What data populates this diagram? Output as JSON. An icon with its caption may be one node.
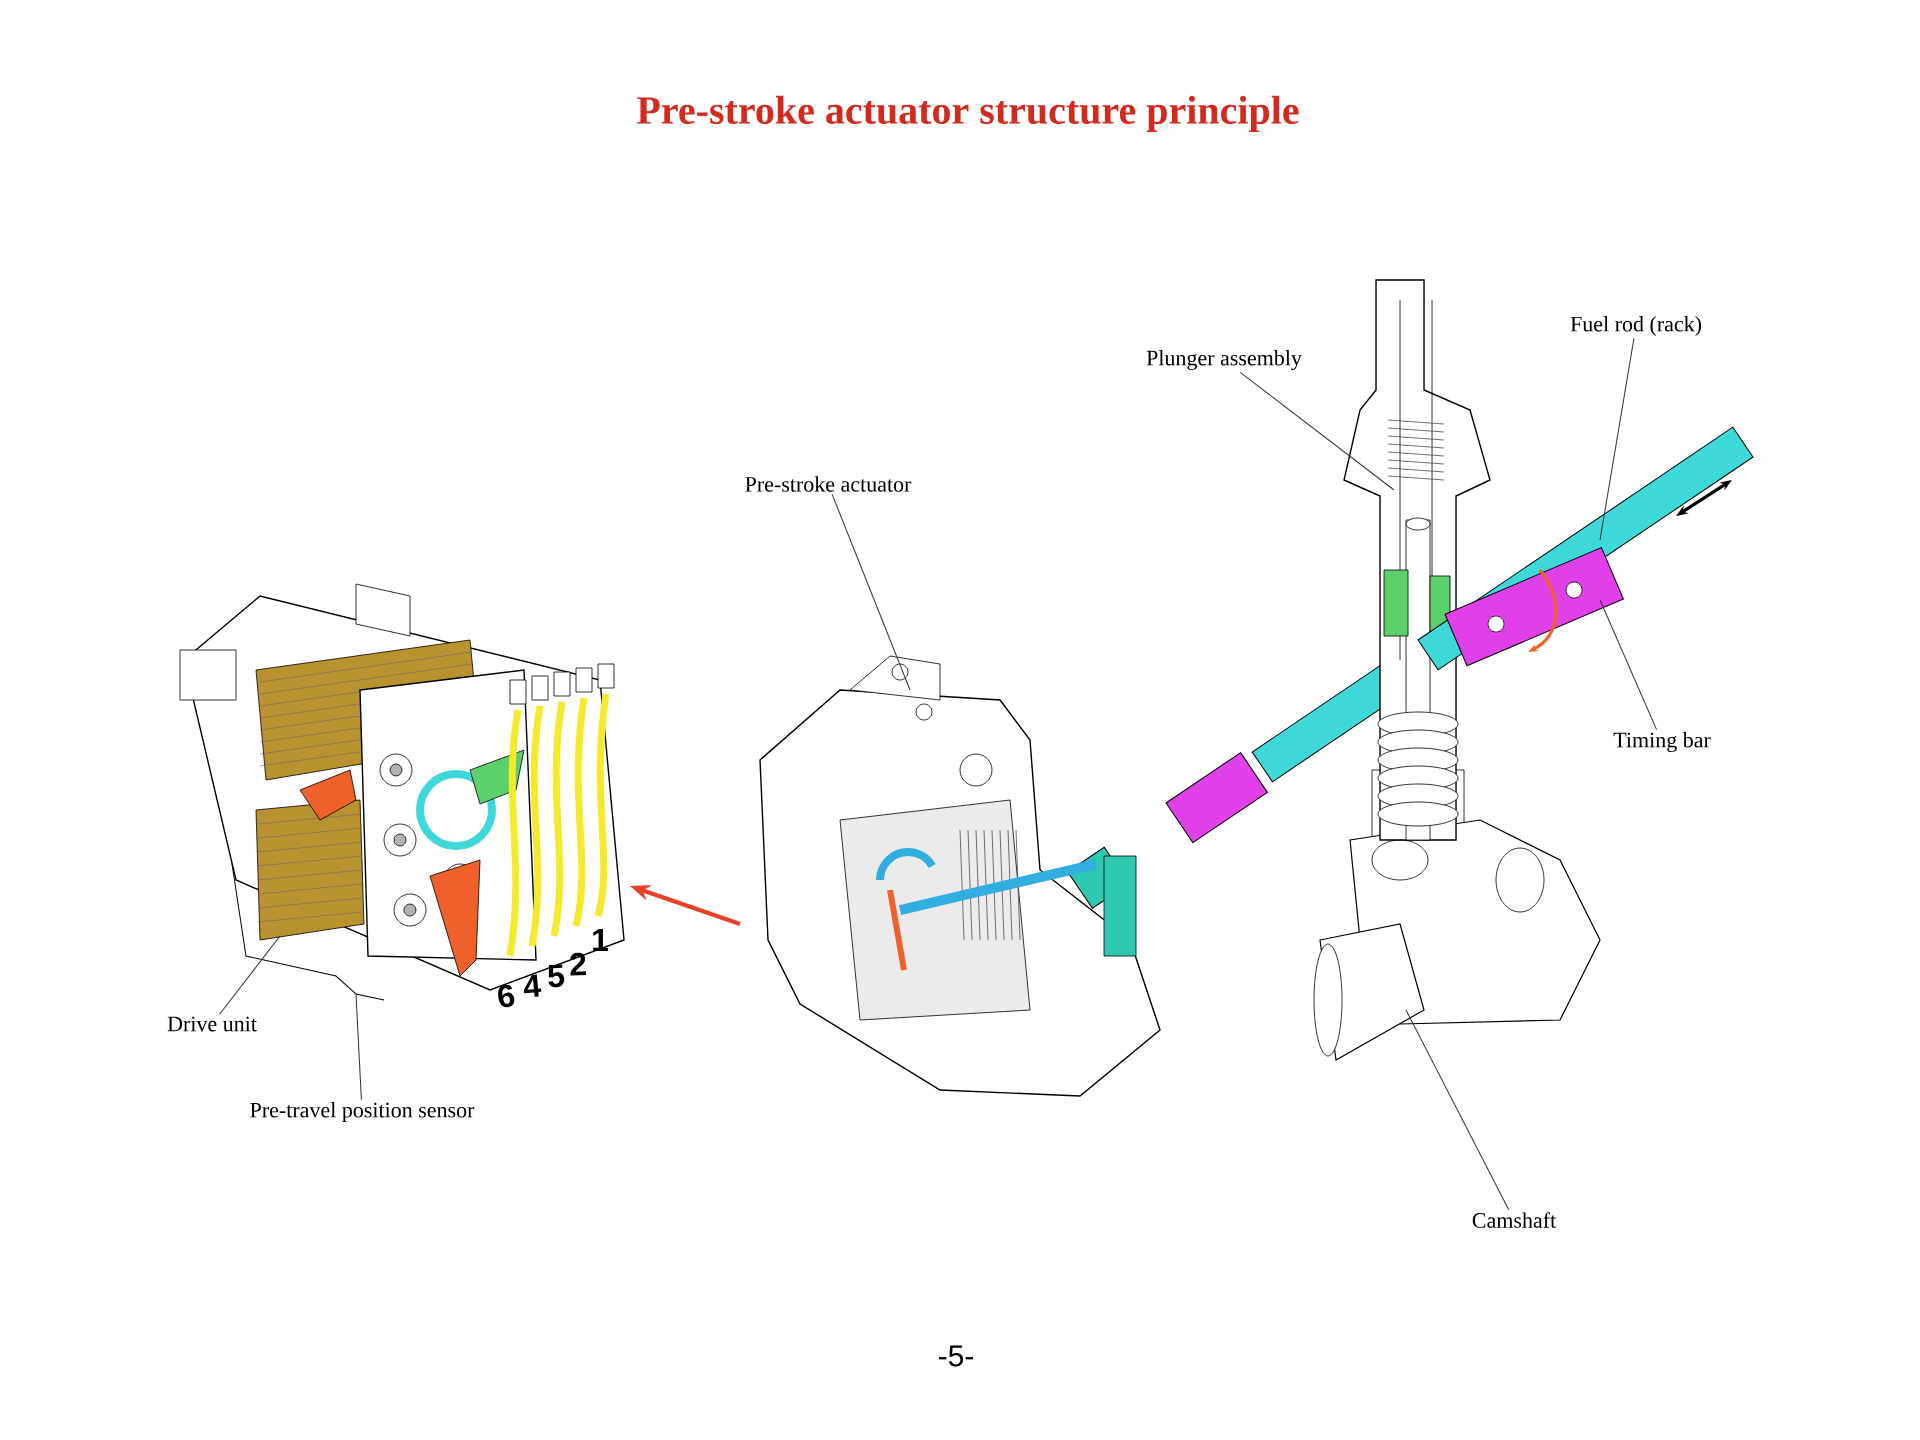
{
  "diagram": {
    "title": "Pre-stroke actuator structure principle",
    "nodes": [
      {
        "text": [
          "Plunger assembly"
        ]
      },
      {
        "text": [
          "Fuel rod (rack)"
        ]
      },
      {
        "text": [
          "Pre-stroke actuator"
        ]
      },
      {
        "text": [
          "Timing bar"
        ]
      },
      {
        "text": [
          "Drive unit"
        ]
      },
      {
        "text": [
          "Pre-travel position sensor"
        ]
      },
      {
        "text": [
          "Camshaft"
        ]
      },
      {
        "text": [],
        "shape": "picture"
      },
      {
        "text": [],
        "shape": "picture"
      },
      {
        "text": [],
        "shape": "picture"
      },
      {
        "text": [],
        "shape": "picture"
      },
      {
        "text": [],
        "shape": "picture"
      },
      {
        "text": [],
        "shape": "picture"
      }
    ],
    "edges": [
      {
        "from": 0,
        "to": 9,
        "arrow": "none"
      },
      {
        "from": 1,
        "to": 10,
        "arrow": "none"
      },
      {
        "from": 2,
        "to": 8,
        "arrow": "none"
      },
      {
        "from": 3,
        "to": 11,
        "arrow": "none"
      },
      {
        "from": 4,
        "to": 7,
        "arrow": "none"
      },
      {
        "from": 5,
        "to": 7,
        "arrow": "none"
      },
      {
        "from": 6,
        "to": 12,
        "arrow": "none"
      },
      {
        "from": 8,
        "to": 7,
        "arrow": "to",
        "style": "thick",
        "color": "#e8402a"
      }
    ],
    "labels": [
      "6",
      "4",
      "5",
      "2",
      "1",
      "-5-"
    ]
  }
}
